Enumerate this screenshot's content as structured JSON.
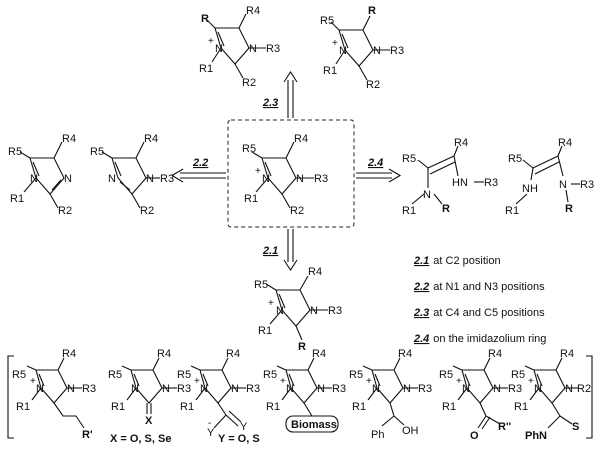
{
  "atoms": {
    "r1": "R1",
    "r2": "R2",
    "r3": "R3",
    "r4": "R4",
    "r5": "R5",
    "n": "N",
    "nh": "NH",
    "hn": "HN",
    "r": "R",
    "plus": "+",
    "minus": "-",
    "x": "X",
    "y": "Y",
    "s": "S",
    "o": "O",
    "ph": "Ph",
    "oh": "OH",
    "r_prime": "R'",
    "r_dprime": "R''",
    "phn": "PhN"
  },
  "arrow_labels": {
    "up": "2.3",
    "left": "2.2",
    "right": "2.4",
    "down": "2.1"
  },
  "legend": [
    {
      "num": "2.1",
      "text": "at C2 position"
    },
    {
      "num": "2.2",
      "text": "at N1 and N3 positions"
    },
    {
      "num": "2.3",
      "text": "at C4 and C5 positions"
    },
    {
      "num": "2.4",
      "text": "on the imidazolium ring"
    }
  ],
  "bottom_notes": {
    "x_set": "X = O, S, Se",
    "y_set": "Y = O, S",
    "biomass": "Biomass"
  }
}
